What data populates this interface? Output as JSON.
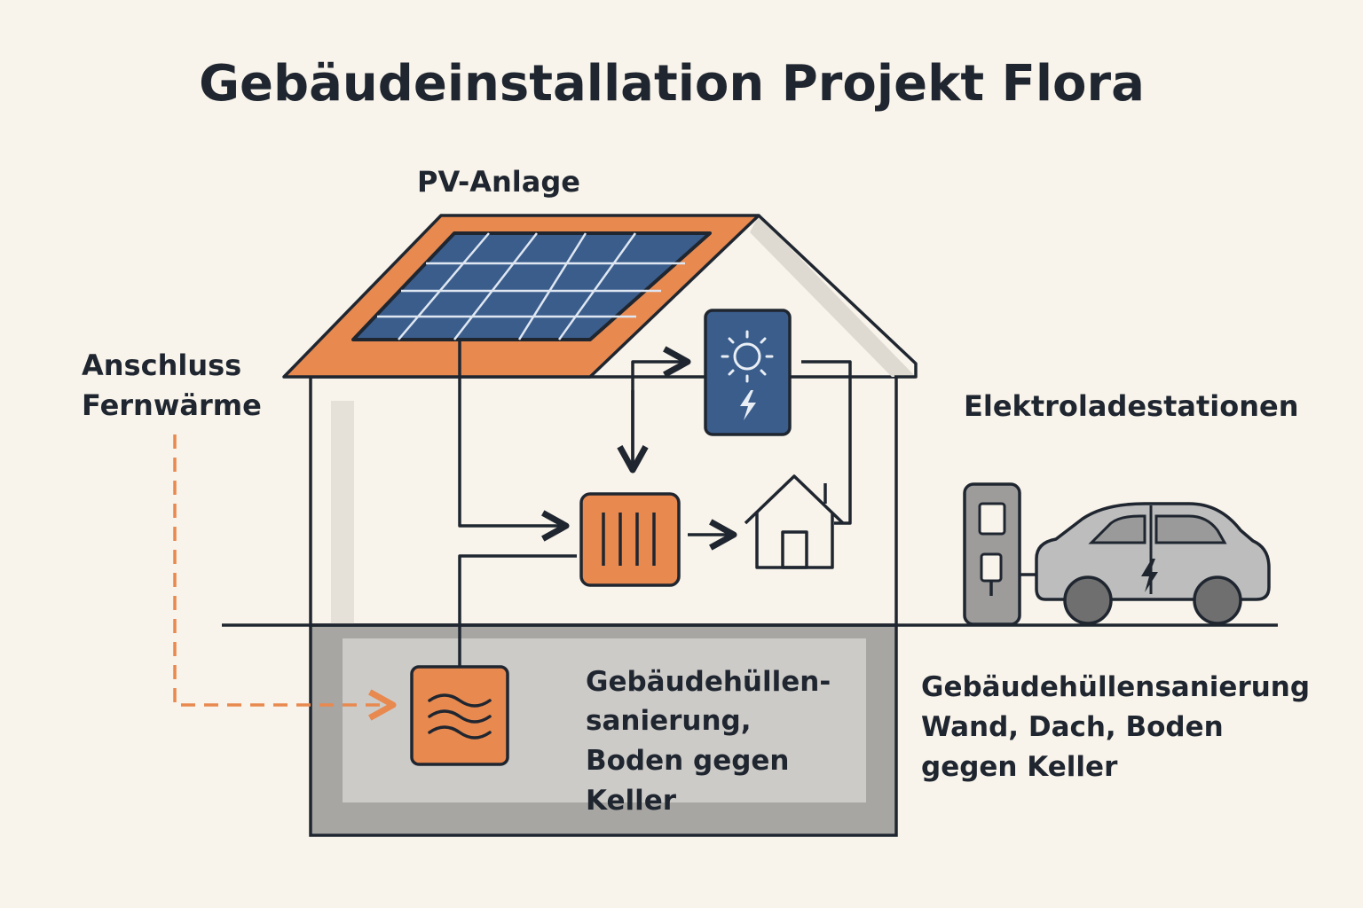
{
  "title": "Gebäudeinstallation Projekt Flora",
  "labels": {
    "pv": "PV-Anlage",
    "district_heating_line1": "Anschluss",
    "district_heating_line2": "Fernwärme",
    "charging": "Elektroladestationen",
    "basement_line1": "Gebäudehüllen-",
    "basement_line2": "sanierung,",
    "basement_line3": "Boden gegen",
    "basement_line4": "Keller",
    "right_line1": "Gebäudehüllensanierung",
    "right_line2": "Wand, Dach, Boden",
    "right_line3": "gegen Keller"
  },
  "colors": {
    "background": "#f9f4eb",
    "accent": "#e8894f",
    "outline": "#1f2630",
    "panel_blue": "#3a5d8c",
    "basement_gray": "#cdcbc8",
    "car_gray": "#bdbdbd"
  },
  "icons": {
    "pv_panel": "solar-panel-icon",
    "inverter": "sun-bolt-icon",
    "heat_unit": "radiator-icon",
    "home": "house-icon",
    "heat_exchanger": "waves-icon",
    "charger": "charging-station-icon",
    "car": "electric-car-icon"
  }
}
